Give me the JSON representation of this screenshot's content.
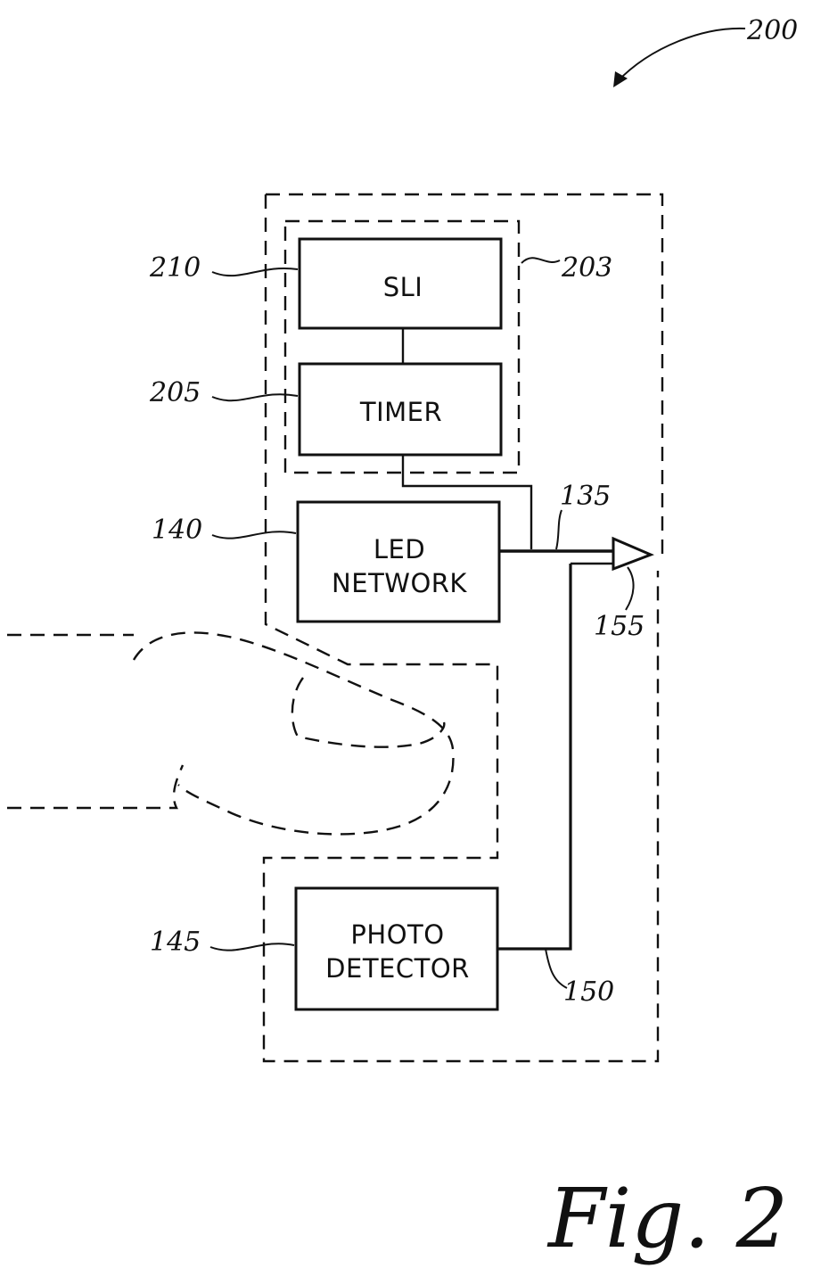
{
  "figure_number_ref": "200",
  "blocks": {
    "sli": {
      "label": "SLI",
      "ref": "210"
    },
    "timer": {
      "label": "TIMER",
      "ref": "205"
    },
    "inner_module": {
      "ref": "203"
    },
    "led_network": {
      "label_line1": "LED",
      "label_line2": "NETWORK",
      "ref": "140"
    },
    "photo_detector": {
      "label_line1": "PHOTO",
      "label_line2": "DETECTOR",
      "ref": "145"
    }
  },
  "signals": {
    "led_drive": {
      "ref": "135"
    },
    "detector_output": {
      "ref": "150"
    },
    "amplifier": {
      "ref": "155"
    }
  },
  "caption": "Fig. 2"
}
